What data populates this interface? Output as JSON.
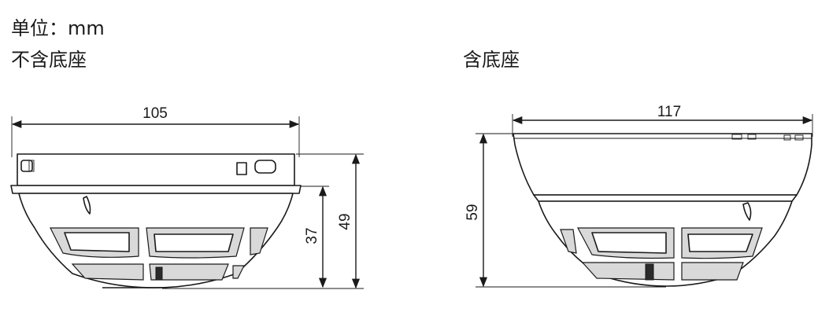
{
  "header": {
    "unit_label": "单位：mm",
    "title_without_base": "不含底座",
    "title_with_base": "含底座"
  },
  "dimensions": {
    "left_width": "105",
    "left_height_short": "37",
    "left_height_total": "49",
    "right_width": "117",
    "right_height": "59"
  }
}
